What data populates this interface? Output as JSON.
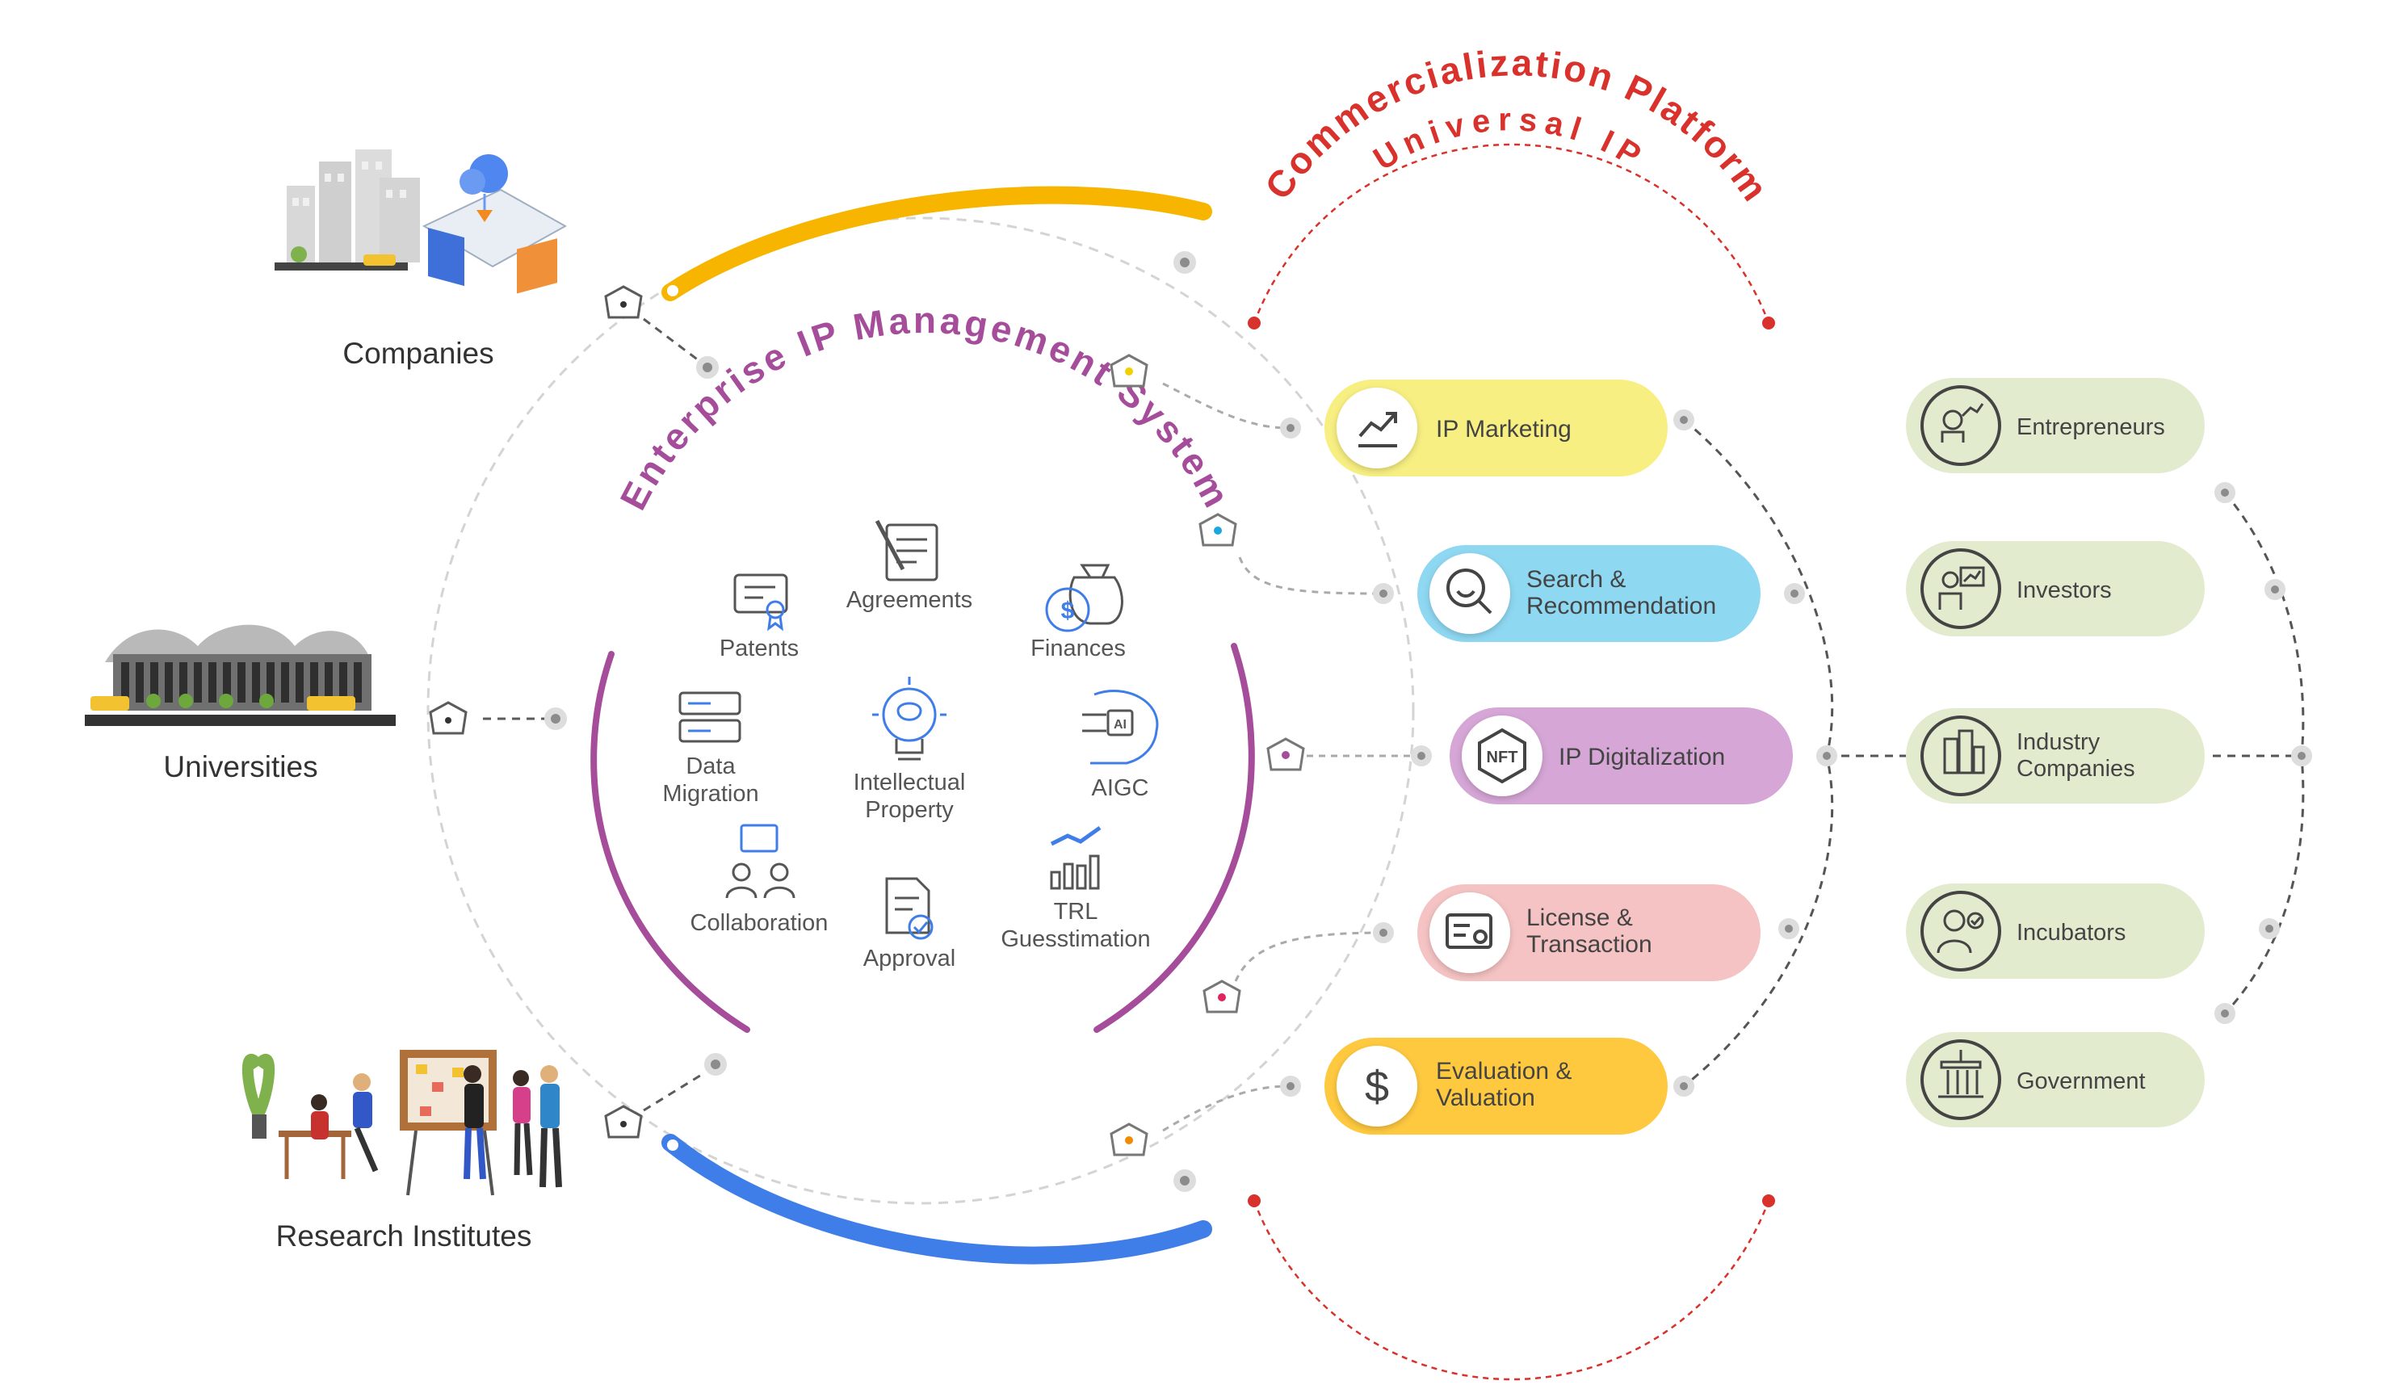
{
  "titles": {
    "enterprise_system": "Enterprise IP Management System",
    "platform_line1": "Universal IP",
    "platform_line2": "Commercialization Platform"
  },
  "sources": {
    "companies": "Companies",
    "universities": "Universities",
    "research_institutes": "Research Institutes"
  },
  "modules": {
    "patents": "Patents",
    "agreements": "Agreements",
    "finances": "Finances",
    "data_migration_1": "Data",
    "data_migration_2": "Migration",
    "intellectual_property_1": "Intellectual",
    "intellectual_property_2": "Property",
    "aigc": "AIGC",
    "collaboration": "Collaboration",
    "approval": "Approval",
    "trl_1": "TRL",
    "trl_2": "Guesstimation"
  },
  "services": {
    "ip_marketing": "IP Marketing",
    "search_1": "Search &",
    "search_2": "Recommendation",
    "ip_digitalization": "IP Digitalization",
    "license_1": "License &",
    "license_2": "Transaction",
    "evaluation_1": "Evaluation &",
    "evaluation_2": "Valuation",
    "nft_badge": "NFT"
  },
  "stakeholders": {
    "entrepreneurs": "Entrepreneurs",
    "investors": "Investors",
    "industry_1": "Industry",
    "industry_2": "Companies",
    "incubators": "Incubators",
    "government": "Government"
  },
  "colors": {
    "enterprise_arc": "#a54d9a",
    "platform_text": "#d9312b",
    "top_arc": "#f7b500",
    "bottom_arc": "#3f7de8",
    "ip_marketing": "#f8ef82",
    "search": "#8fd8f2",
    "ip_digitalization": "#d5a6d6",
    "license": "#f5c3c3",
    "evaluation": "#ffc93f",
    "stakeholder": "#e3ebcf"
  },
  "icons": [
    "trend-chart-icon",
    "search-smile-icon",
    "nft-icon",
    "certificate-icon",
    "dollar-icon",
    "patent-certificate-icon",
    "agreement-icon",
    "money-bag-icon",
    "server-icon",
    "brain-bulb-icon",
    "ai-head-icon",
    "collaboration-icon",
    "approval-doc-icon",
    "trl-chart-icon",
    "entrepreneur-icon",
    "investor-icon",
    "industry-icon",
    "incubator-icon",
    "government-icon"
  ]
}
